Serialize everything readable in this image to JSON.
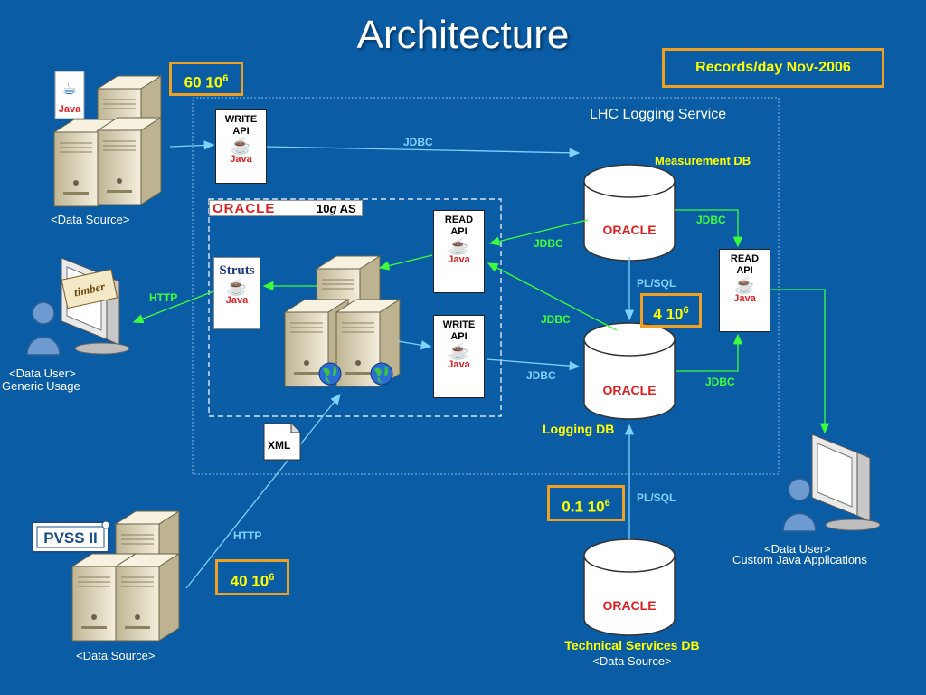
{
  "title": "Architecture",
  "records_box": "Records/day Nov-2006",
  "lhc_service": "LHC Logging Service",
  "oracle_as": {
    "brand": "ORACLE",
    "version_num": "10",
    "version_g": "g",
    "version_as": "AS"
  },
  "write_api_top": "WRITE\nAPI",
  "read_api_center": "READ\nAPI",
  "write_api_center": "WRITE\nAPI",
  "read_api_right": "READ\nAPI",
  "java_label": "Java",
  "struts_label": "Struts",
  "timber_label": "timber",
  "pvss_label": "PVSS II",
  "xml_label": "XML",
  "oracle_label": "ORACLE",
  "measurement_db": "Measurement DB",
  "logging_db": "Logging DB",
  "tech_db_line1": "Technical Services DB",
  "tech_db_line2": "<Data Source>",
  "data_source_top": "<Data Source>",
  "data_source_bottom": "<Data Source>",
  "data_user_left_line1": "<Data User>",
  "data_user_left_line2": "Generic Usage",
  "data_user_right_line1": "<Data User>",
  "data_user_right_line2": "Custom Java Applications",
  "volumes": {
    "v60": {
      "base": "60 10",
      "exp": "6"
    },
    "v4": {
      "base": "4 10",
      "exp": "6"
    },
    "v01": {
      "base": "0.1 10",
      "exp": "6"
    },
    "v40": {
      "base": "40 10",
      "exp": "6"
    }
  },
  "links": {
    "jdbc_top": "JDBC",
    "jdbc_meas_read": "JDBC",
    "jdbc_meas_right": "JDBC",
    "plsql_mid": "PL/SQL",
    "jdbc_log_read": "JDBC",
    "jdbc_log_write": "JDBC",
    "jdbc_log_right": "JDBC",
    "plsql_bottom": "PL/SQL",
    "http_left": "HTTP",
    "http_bottom": "HTTP"
  },
  "colors": {
    "background": "#0a5da5",
    "orange": "#f0a020",
    "yellow": "#ffff00",
    "green": "#3cff3c",
    "lightblue": "#7fd1ff"
  }
}
